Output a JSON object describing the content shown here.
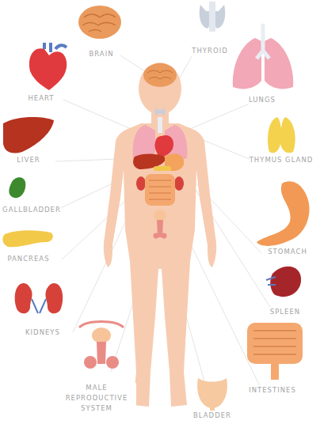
{
  "diagram": {
    "labels": [
      "BRAIN",
      "THYROID",
      "HEART",
      "LUNGS",
      "LIVER",
      "THYMUS GLAND",
      "GALLBLADDER",
      "PANCREAS",
      "STOMACH",
      "KIDNEYS",
      "SPLEEN",
      "MALE REPRODUCTIVE SYSTEM",
      "INTESTINES",
      "BLADDER"
    ]
  }
}
